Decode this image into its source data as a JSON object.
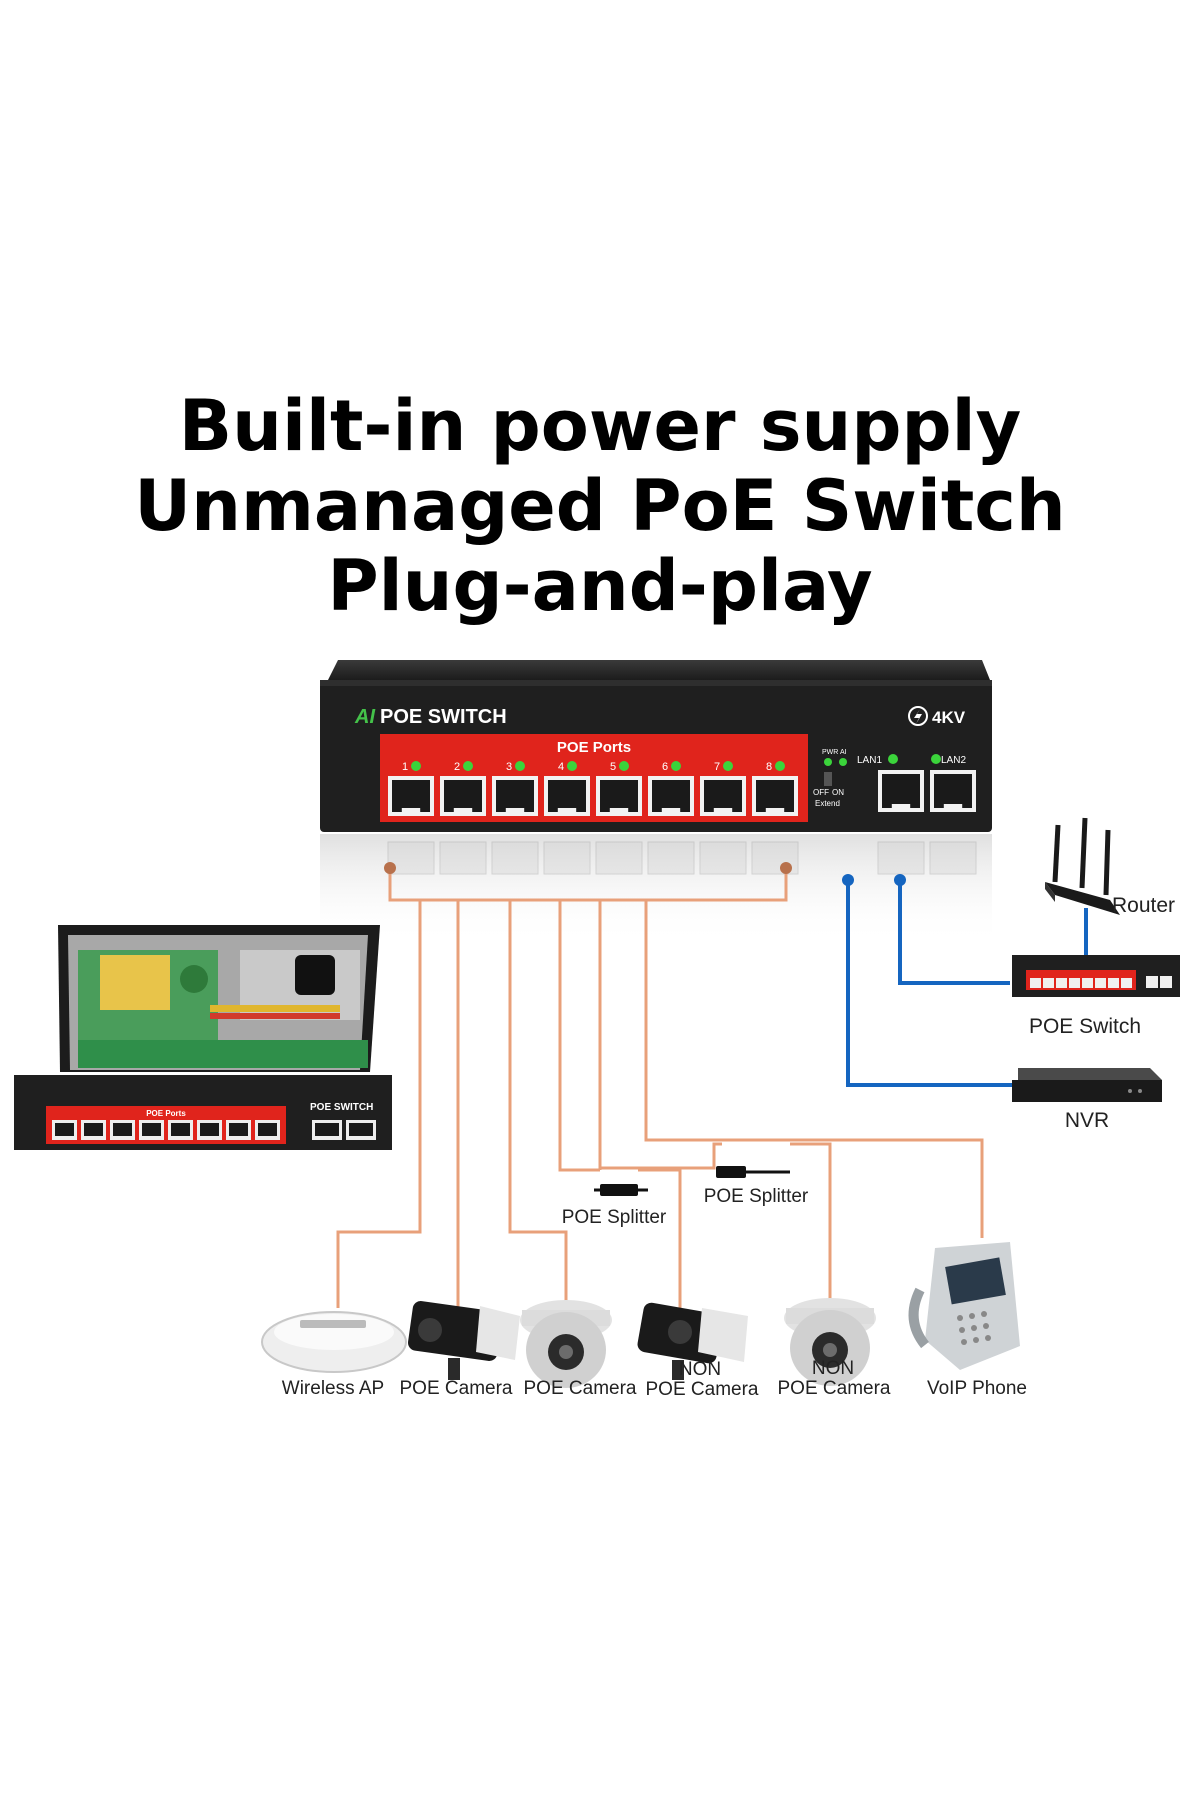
{
  "headline": {
    "line1": "Built-in power supply",
    "line2": "Unmanaged PoE Switch",
    "line3": "Plug-and-play"
  },
  "switch": {
    "brand_prefix": "AI",
    "brand_name": "POE SWITCH",
    "surge_rating": "4KV",
    "ports_header": "POE Ports",
    "port_numbers": [
      "1",
      "2",
      "3",
      "4",
      "5",
      "6",
      "7",
      "8"
    ],
    "indicator_pwr": "PWR",
    "indicator_ai": "AI",
    "switch_off": "OFF",
    "switch_on": "ON",
    "switch_extend": "Extend",
    "uplink_1": "LAN1",
    "uplink_2": "LAN2"
  },
  "side_switch": {
    "label": "POE SWITCH",
    "ports_header": "POE Ports"
  },
  "network": {
    "router": "Router",
    "poe_switch": "POE Switch",
    "nvr": "NVR"
  },
  "splitters": [
    "POE Splitter",
    "POE Splitter"
  ],
  "devices": [
    {
      "line1": "",
      "line2": "Wireless AP"
    },
    {
      "line1": "",
      "line2": "POE Camera"
    },
    {
      "line1": "",
      "line2": "POE Camera"
    },
    {
      "line1": "NON",
      "line2": "POE Camera"
    },
    {
      "line1": "NON",
      "line2": "POE Camera"
    },
    {
      "line1": "",
      "line2": "VoIP Phone"
    }
  ],
  "colors": {
    "poe_cable": "#e8a07a",
    "lan_cable": "#1565c0",
    "switch_body": "#222222",
    "port_panel": "#e0241c",
    "led_green": "#3bd43b"
  }
}
